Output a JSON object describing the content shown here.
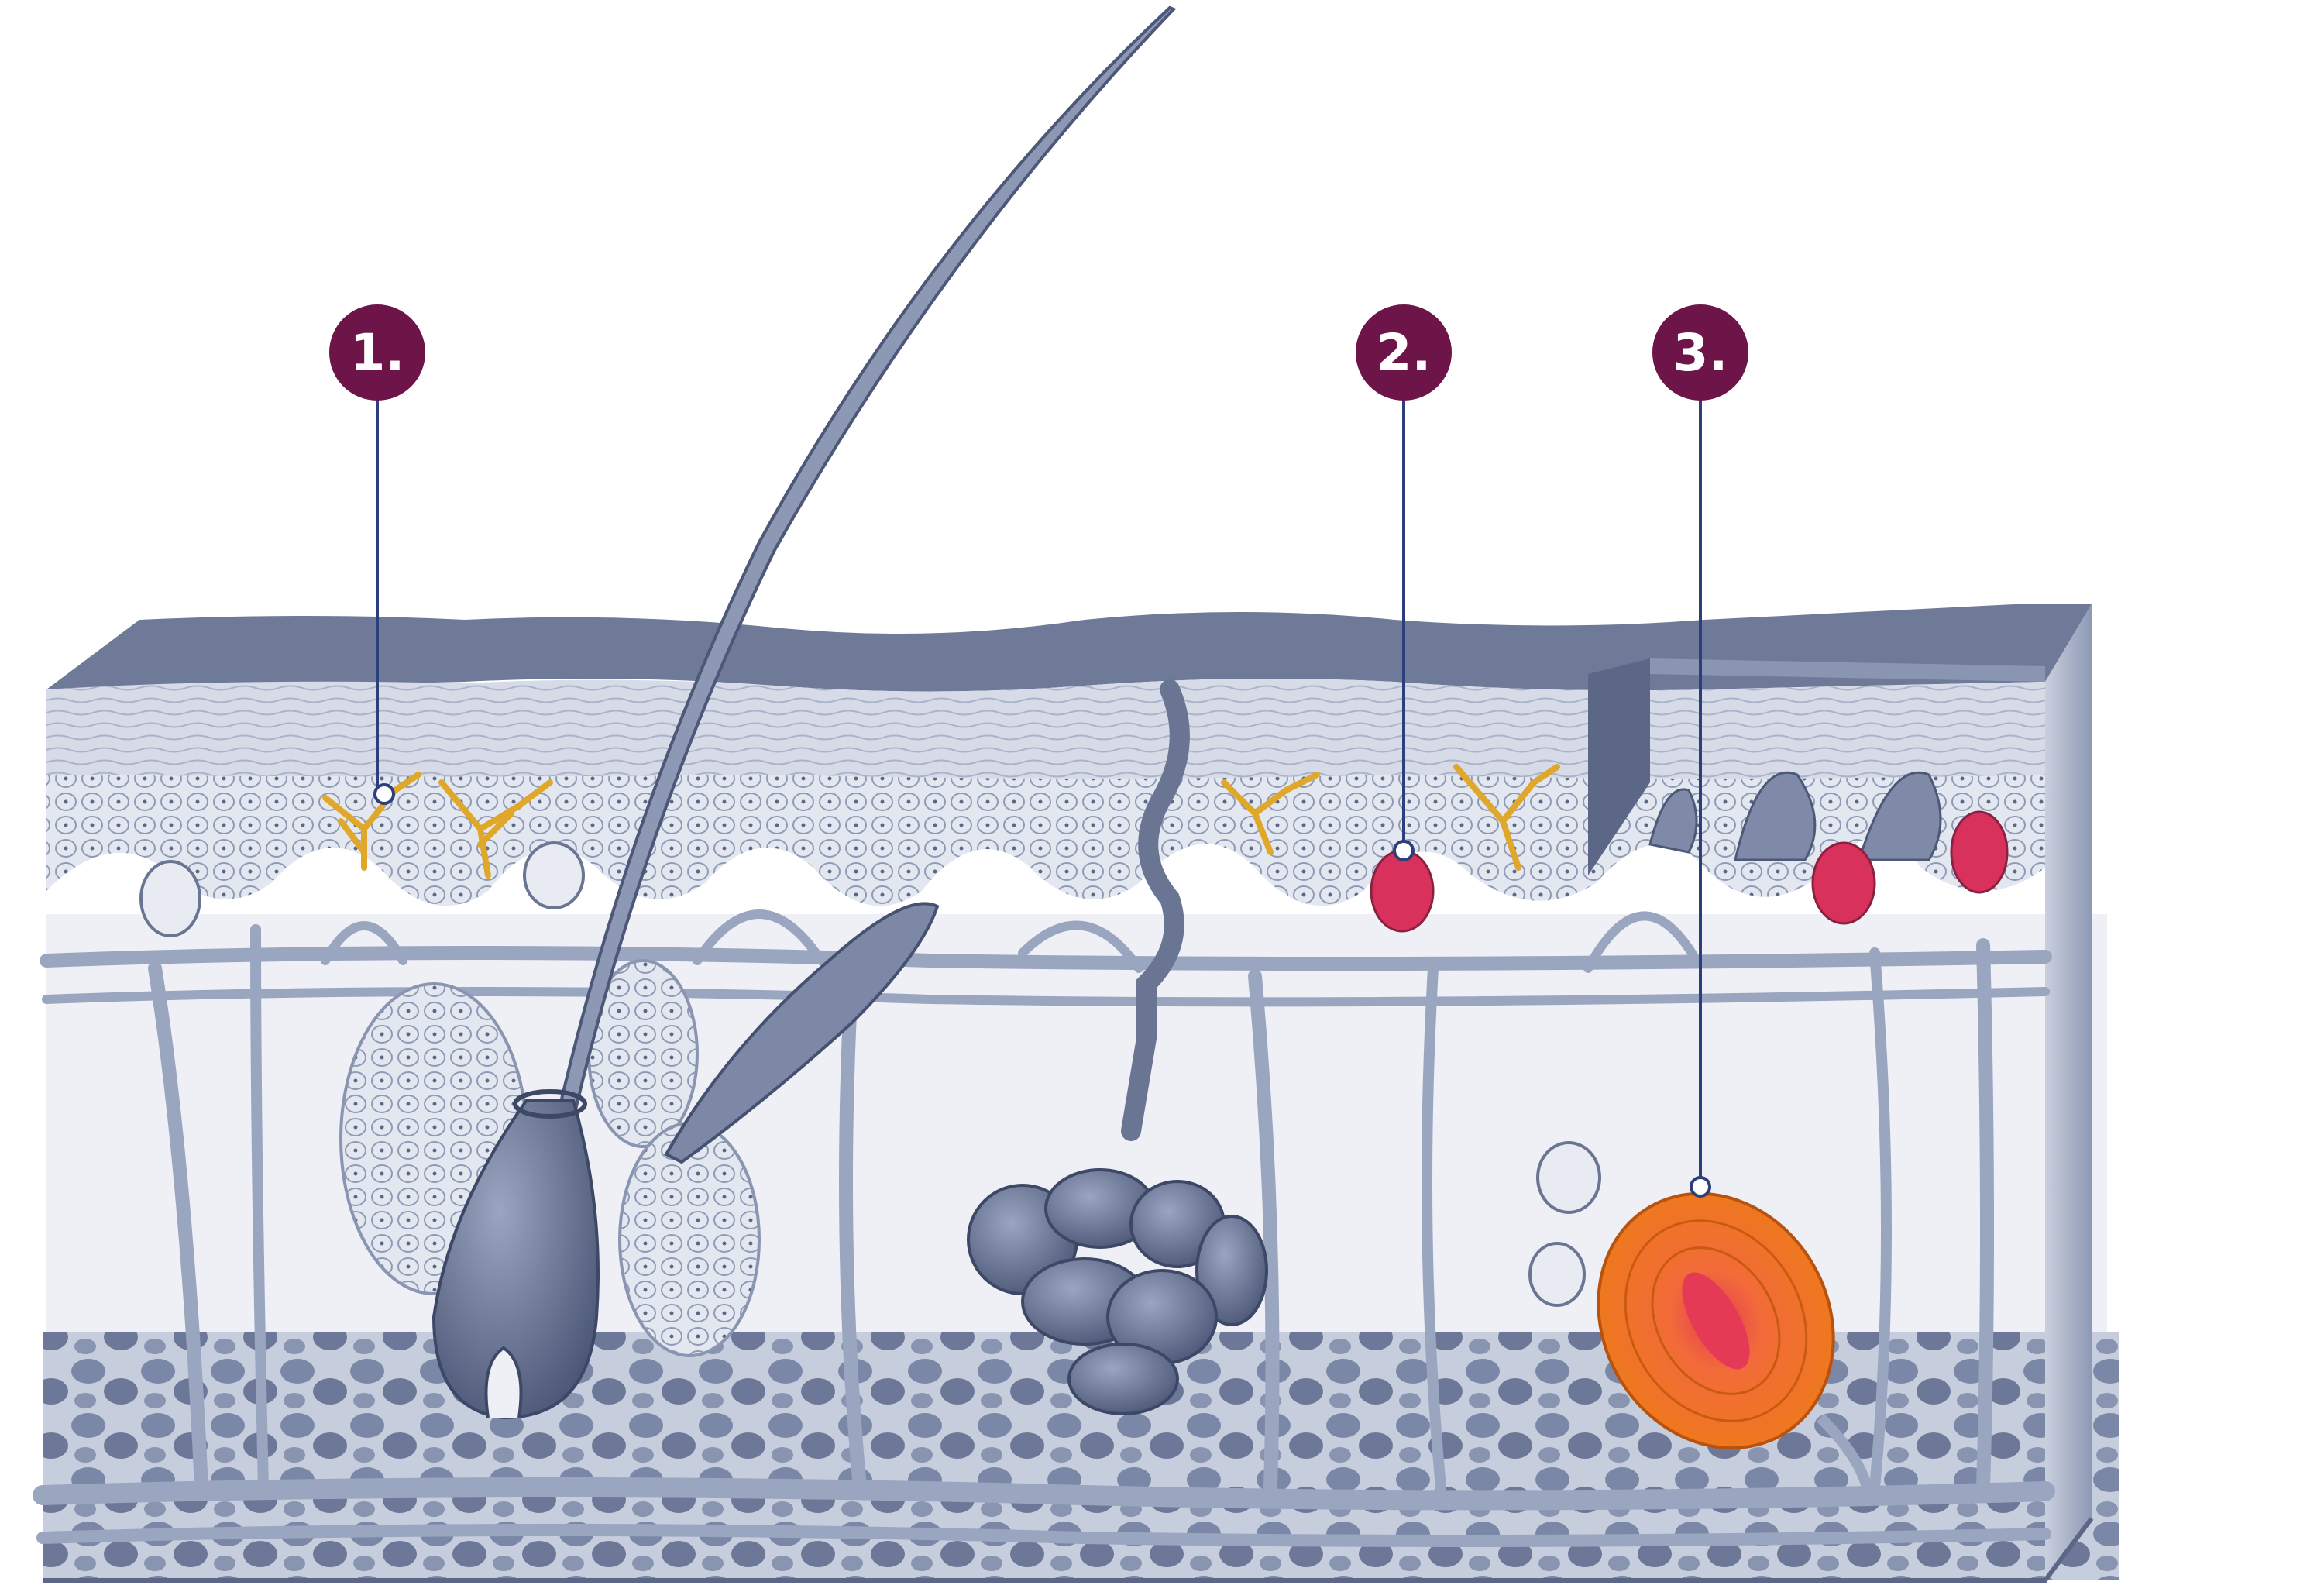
{
  "figure": {
    "callouts": [
      {
        "label": "1.",
        "target": "melanocytes-left",
        "color": "#6d1548"
      },
      {
        "label": "2.",
        "target": "meissner-corpuscle",
        "color": "#6d1548"
      },
      {
        "label": "3.",
        "target": "pacinian-corpuscle",
        "color": "#6d1548"
      }
    ],
    "colors": {
      "tissue_dark": "#6f7b99",
      "tissue_mid": "#a7b1c8",
      "tissue_light": "#d7dce8",
      "dermis_bg": "#eef0f5",
      "melanocyte": "#e0a82a",
      "meissner": "#d8315b",
      "pacinian": "#f07a1e",
      "leader_line": "#2d3f7a",
      "badge": "#6d1548"
    }
  }
}
